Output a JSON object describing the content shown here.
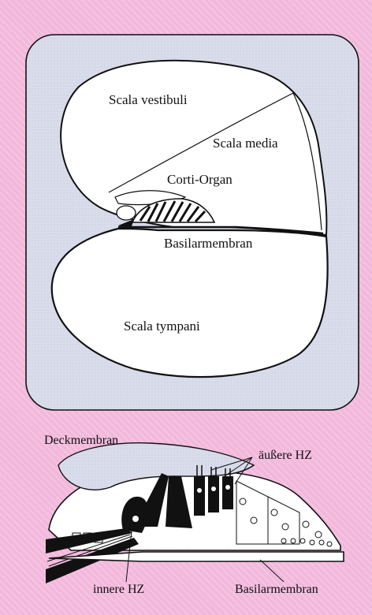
{
  "colors": {
    "background": "#f2b8dc",
    "panel": "#d8dbe8",
    "stroke": "#111111",
    "fill_white": "#ffffff"
  },
  "top_diagram": {
    "labels": {
      "scala_vestibuli": "Scala vestibuli",
      "scala_media": "Scala media",
      "corti_organ": "Corti-Organ",
      "basilarmembran": "Basilarmembran",
      "scala_tympani": "Scala tympani"
    }
  },
  "bottom_diagram": {
    "labels": {
      "deckmembran": "Deckmembran",
      "aeussere_hz": "äußere HZ",
      "innere_hz": "innere HZ",
      "basilarmembran": "Basilarmembran"
    }
  }
}
